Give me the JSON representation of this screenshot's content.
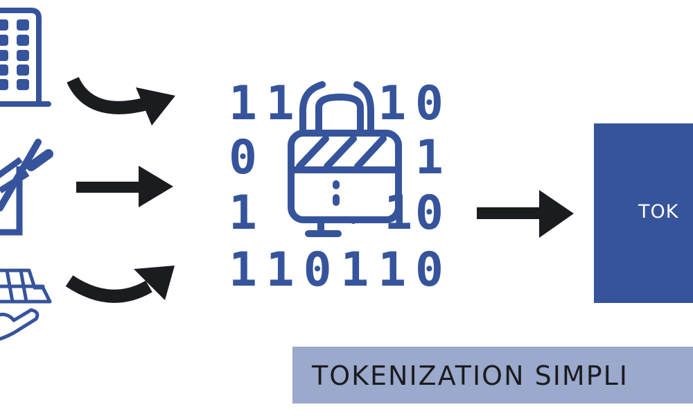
{
  "icons": {
    "sources": [
      "building-icon",
      "airplane-icon",
      "solar-panel-hand-icon"
    ],
    "center": "binary-lock-icon"
  },
  "center_icon": {
    "binary_rows": [
      "11  10",
      "0    1",
      "1    10",
      "110110"
    ]
  },
  "token_box": {
    "label": "TOK"
  },
  "banner": {
    "title": "TOKENIZATION SIMPLI"
  },
  "colors": {
    "brand_blue": "#36549b",
    "banner_bg": "#9aa9cc",
    "arrow": "#1b1c1f"
  }
}
